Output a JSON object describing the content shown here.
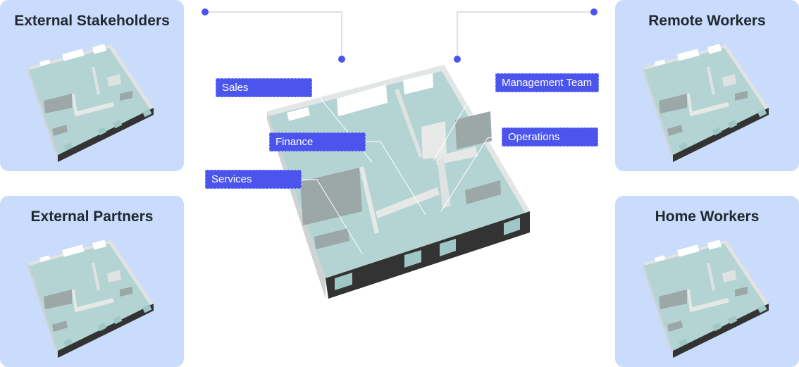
{
  "cards": [
    {
      "title": "External Stakeholders"
    },
    {
      "title": "Remote Workers"
    },
    {
      "title": "External Partners"
    },
    {
      "title": "Home Workers"
    }
  ],
  "labels": {
    "sales": "Sales",
    "finance": "Finance",
    "services": "Services",
    "management": "Management Team",
    "operations": "Operations"
  },
  "colors": {
    "card_bg": "#c9dcfb",
    "accent": "#4b55ee",
    "floor": "#b3d4d3",
    "wall_dark": "#333333",
    "wall_light": "#d5d8d8"
  }
}
